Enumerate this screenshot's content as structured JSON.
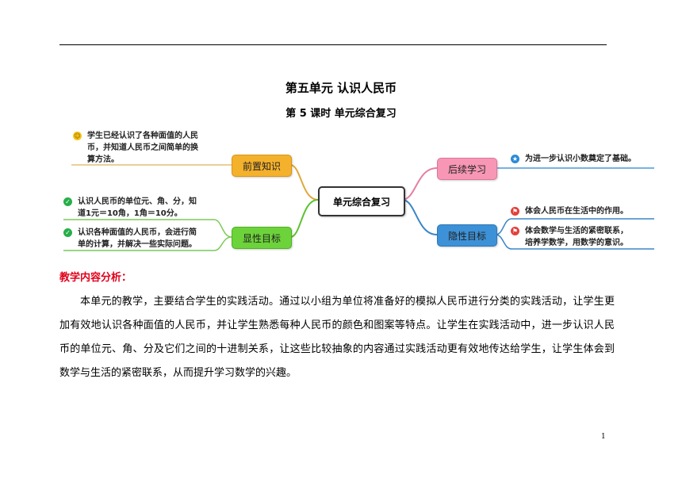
{
  "document": {
    "unit_title": "第五单元 认识人民币",
    "lesson_title": "第 5 课时 单元综合复习",
    "section_heading": "教学内容分析：",
    "paragraph": "本单元的教学，主要结合学生的实践活动。通过以小组为单位将准备好的模拟人民币进行分类的实践活动，让学生更加有效地认识各种面值的人民币，并让学生熟悉每种人民币的颜色和图案等特点。让学生在实践活动中，进一步认识人民币的单位元、角、分及它们之间的十进制关系，让这些比较抽象的内容通过实践活动更有效地传达给学生，让学生体会到数学与生活的紧密联系，从而提升学习数学的兴趣。",
    "page_number": "1"
  },
  "mindmap": {
    "center": "单元综合复习",
    "prior_knowledge": {
      "label": "前置知识",
      "color": "#f4b12c",
      "icon": "smile-icon",
      "leaf_lines": [
        "学生已经认识了各种面值的人民",
        "币，并知道人民币之间简单的换",
        "算方法。"
      ]
    },
    "explicit_goals": {
      "label": "显性目标",
      "color": "#6cd33a",
      "icon": "check-icon",
      "leaf1_lines": [
        "认识人民币的单位元、角、分，知",
        "道1元＝10角，1角＝10分。"
      ],
      "leaf2_lines": [
        "认识各种面值的人民币，会进行简",
        "单的计算，并解决一些实际问题。"
      ]
    },
    "follow_up": {
      "label": "后续学习",
      "color": "#f797b5",
      "icon": "star-icon",
      "leaf": "为进一步认识小数奠定了基础。"
    },
    "implicit_goals": {
      "label": "隐性目标",
      "color": "#3d91d6",
      "icon": "flag-icon",
      "leaf1": "体会人民币在生活中的作用。",
      "leaf2_lines": [
        "体会数学与生活的紧密联系，",
        "培养学数学，用数学的意识。"
      ]
    }
  }
}
